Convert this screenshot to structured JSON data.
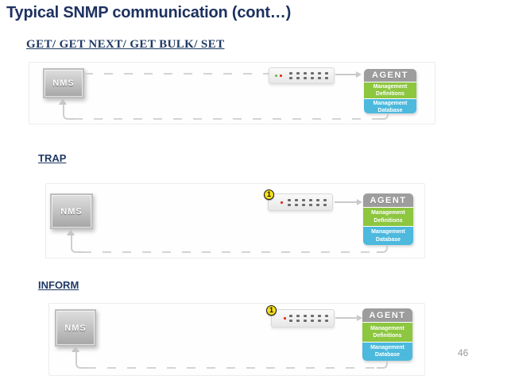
{
  "slide": {
    "title": "Typical SNMP communication (cont…)",
    "page_number": "46"
  },
  "sections": [
    {
      "id": "get-set",
      "label": "GET/ GET NEXT/ GET BULK/ SET"
    },
    {
      "id": "trap",
      "label": "TRAP"
    },
    {
      "id": "inform",
      "label": "INFORM"
    }
  ],
  "diagram": {
    "nms_label": "NMS",
    "agent_label": "AGENT",
    "management_definitions": "Management Definitions",
    "management_database": "Management Database",
    "event_badge": "1",
    "device_icon": "network-switch-icon"
  },
  "colors": {
    "heading": "#1f3864",
    "agent_header": "#9d9d9d",
    "management_definitions": "#8dc63f",
    "management_database": "#4cb9dd",
    "connector": "#cccccc",
    "badge": "#f6e019",
    "page_number": "#9b9b9b"
  }
}
